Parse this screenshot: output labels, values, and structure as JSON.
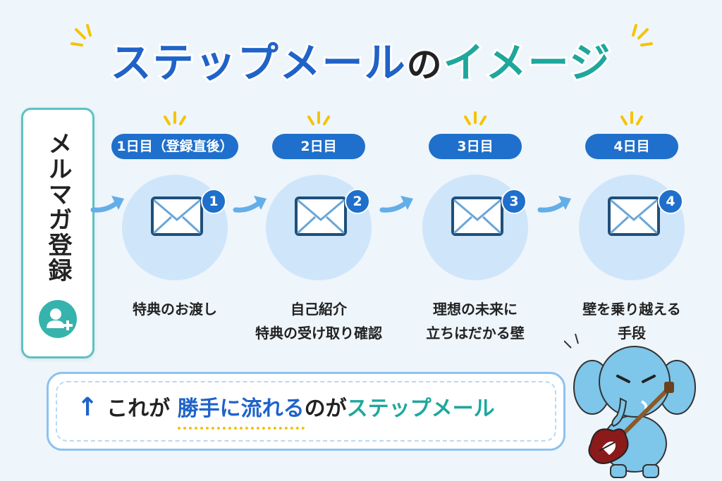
{
  "title": {
    "part1": "ステップメール",
    "part2": "の",
    "part3": "イメージ"
  },
  "registration": {
    "label": "メルマガ登録",
    "icon": "add-user-icon"
  },
  "steps": [
    {
      "day": "1日目（登録直後）",
      "number": "1",
      "caption_line1": "特典のお渡し",
      "caption_line2": ""
    },
    {
      "day": "2日目",
      "number": "2",
      "caption_line1": "自己紹介",
      "caption_line2": "特典の受け取り確認"
    },
    {
      "day": "3日目",
      "number": "3",
      "caption_line1": "理想の未来に",
      "caption_line2": "立ちはだかる壁"
    },
    {
      "day": "4日目",
      "number": "4",
      "caption_line1": "壁を乗り越える",
      "caption_line2": "手段"
    }
  ],
  "banner": {
    "arrow": "↑",
    "part1": "これが",
    "part2": "勝手に流れる",
    "part3": "のが",
    "part4": "ステップメール"
  },
  "colors": {
    "primary_blue": "#1f6fcc",
    "teal": "#1ea79c",
    "accent_yellow": "#f5c400",
    "circle_bg": "#cfe5fa"
  }
}
